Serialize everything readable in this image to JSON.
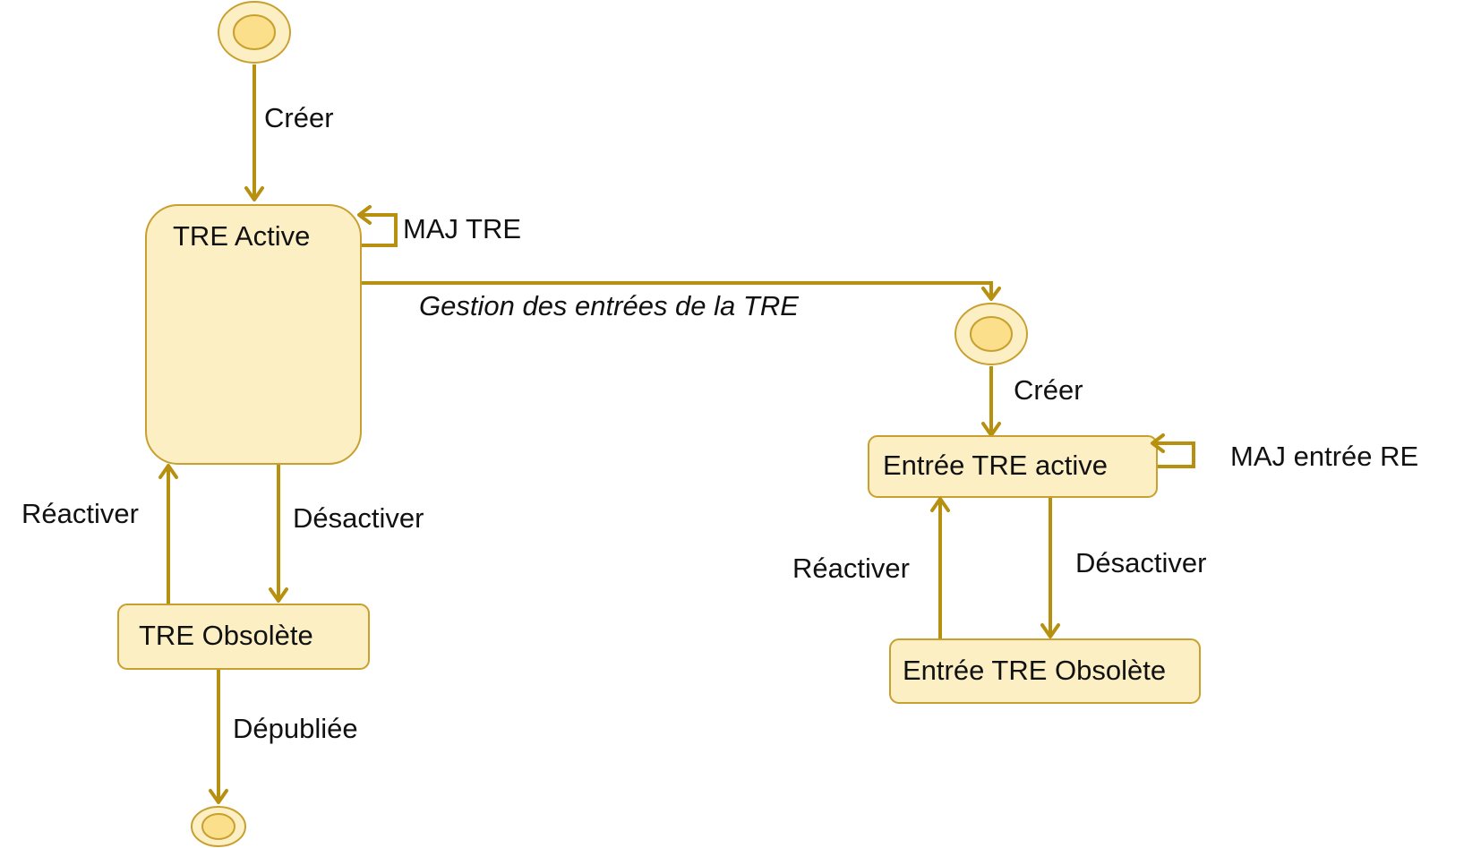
{
  "diagram": {
    "states": {
      "tre_active": "TRE Active",
      "tre_obsolete": "TRE Obsolète",
      "entree_active": "Entrée TRE active",
      "entree_obsolete": "Entrée TRE Obsolète"
    },
    "transitions": {
      "creer_tre": "Créer",
      "maj_tre": "MAJ TRE",
      "gestion_entrees": "Gestion des entrées de la TRE",
      "desactiver_tre": "Désactiver",
      "reactiver_tre": "Réactiver",
      "depubliee": "Dépubliée",
      "creer_entree": "Créer",
      "maj_entree": "MAJ entrée RE",
      "desactiver_entree": "Désactiver",
      "reactiver_entree": "Réactiver"
    },
    "colors": {
      "state_fill": "#fdefc4",
      "state_border": "#c7a030",
      "pseudo_inner": "#fbdf8a",
      "edge": "#b8900f"
    }
  }
}
